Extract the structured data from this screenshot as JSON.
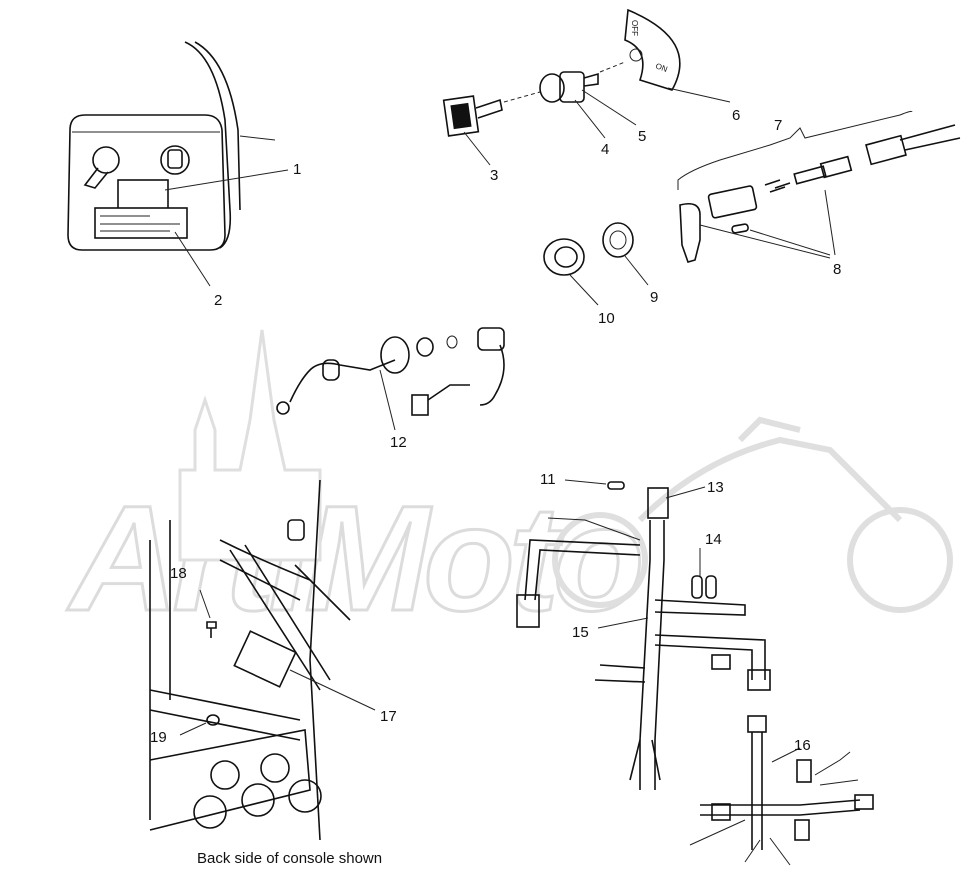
{
  "watermark": "ArtiMoto",
  "caption": "Back side of console shown",
  "switch_plate": {
    "off": "OFF",
    "on": "ON"
  },
  "callouts": {
    "c1": "1",
    "c2": "2",
    "c3": "3",
    "c4": "4",
    "c5": "5",
    "c6": "6",
    "c7": "7",
    "c8": "8",
    "c9": "9",
    "c10": "10",
    "c11": "11",
    "c12": "12",
    "c13": "13",
    "c14": "14",
    "c15": "15",
    "c16": "16",
    "c17": "17",
    "c18": "18",
    "c19": "19"
  }
}
